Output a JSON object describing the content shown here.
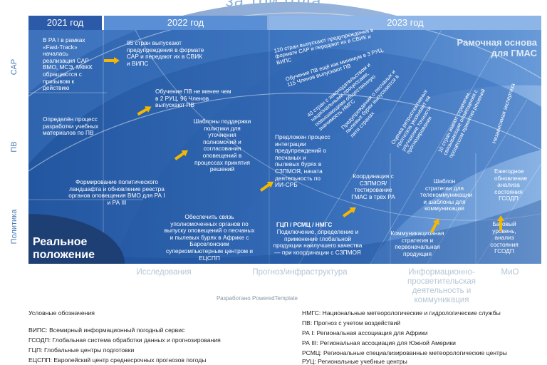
{
  "title": "за три года",
  "years": [
    "2021 год",
    "2022 год",
    "2023 год"
  ],
  "row_labels": [
    "САР",
    "ПВ",
    "Политика"
  ],
  "corner_label": "Реальное положение дел",
  "framework_label": "Рамочная основа для ГМАС",
  "columns": [
    "Исследования",
    "Прогноз/инфраструктура",
    "Информационно-просветительская деятельность и коммуникация",
    "МиО"
  ],
  "cells": {
    "c2021_sar": "В РА I в рамках «Fast-Track» началась реализация САР ВМО, МСЭ, МФКК обращаются с призывом к действию",
    "c2022_sar": "85 стран выпускают предупреждения в формате САР и передают их в СВИК и ВИПС",
    "c2023_sar1": "120 стран выпускают предупреждения в формате САР и передают их в СВИК и ВИПС",
    "c2023_sar2": "Обучение ПВ ещё как минимум в 3 РУЦ, 115 Членов выпускают ПВ",
    "c2022_pv": "Обучение ПВ не менее чем в 2 РУЦ, 96 Членов выпускают ПВ",
    "c2021_pv": "Определён процесс разработки учебных материалов по ПВ",
    "templates": "Шаблоны поддержки политики для уточнения полномочий и согласования оповещений в процессах принятия решений",
    "integration": "Предложен процесс интеграции предупреждений о песчаных и пылевых бурях в СЗПМОЯ, начата деятельность по ИИ-СРБ",
    "coord": "Координация с СЗПМОЯ/ тестирование ГМАС в трёх РА",
    "d40": "40 стран с законодательством и национальными процессами, повышающими общественную значимость НМГС",
    "dwarn": "Предупреждения о песчаных и пылевых бурях выпускаются в пяти странах",
    "dretro": "Оценка ретроспективных прогнозов указывает на улучшение точности прогнозирования",
    "d10": "10 стран имеют стратегии, связывающие оповещения с процессом принятия решений",
    "dind": "Независимая экспертиза",
    "pol_land": "Формирование политического ландшафта и обновление реестра органов оповещения ВМО для РА I и РА III",
    "connect": "Обеспечить связь уполномоченных органов по выпуску оповещений о песчаных и пылевых бурях в Африке с Барселонским суперкомпьютерным центром и ЕЦСПП",
    "gtc": "ГЦП / РСМЦ / НМГС",
    "connect2": "Подключение, определение и применение глобальной продукции наилучшего качества — при координации с СЗПМОЯ",
    "tmpl_tel": "Шаблон стратегии для телекоммуникации и шаблоны для коммуникации",
    "comm": "Коммуникационная стратегия и первоначальная продукция",
    "annual": "Ежегодное обновление анализа состояния ГСОДП",
    "baseline": "Базовый уровень, анализ состояния ГСОДП"
  },
  "credit": "Разработано PoweredTemplate",
  "legend_title": "Условные обозначения",
  "legend_left": [
    "ВИПС: Всемирный информационный погодный сервис",
    "ГСОДП: Глобальная система обработки данных и прогнозирования",
    "ГЦП: Глобальные центры подготовки",
    "ЕЦСПП: Европейский центр среднесрочных прогнозов погоды"
  ],
  "legend_right": [
    "НМГС: Национальные метеорологические и гидрологические службы",
    "ПВ: Прогноз с учетом воздействий",
    "РА I: Региональная ассоциация для Африки",
    "РА III: Региональная ассоциация для Южной Америки",
    "РСМЦ: Региональные специализированные метеорологические центры",
    "РУЦ: Региональные учебные центры"
  ],
  "colors": {
    "dark": "#1e4a88",
    "mid": "#3a73c0",
    "light": "#6b9bd8",
    "year_hdr_dark": "#2a5aa8",
    "year_hdr_light": "#5a8fd6",
    "arrow": "#f5b700"
  }
}
